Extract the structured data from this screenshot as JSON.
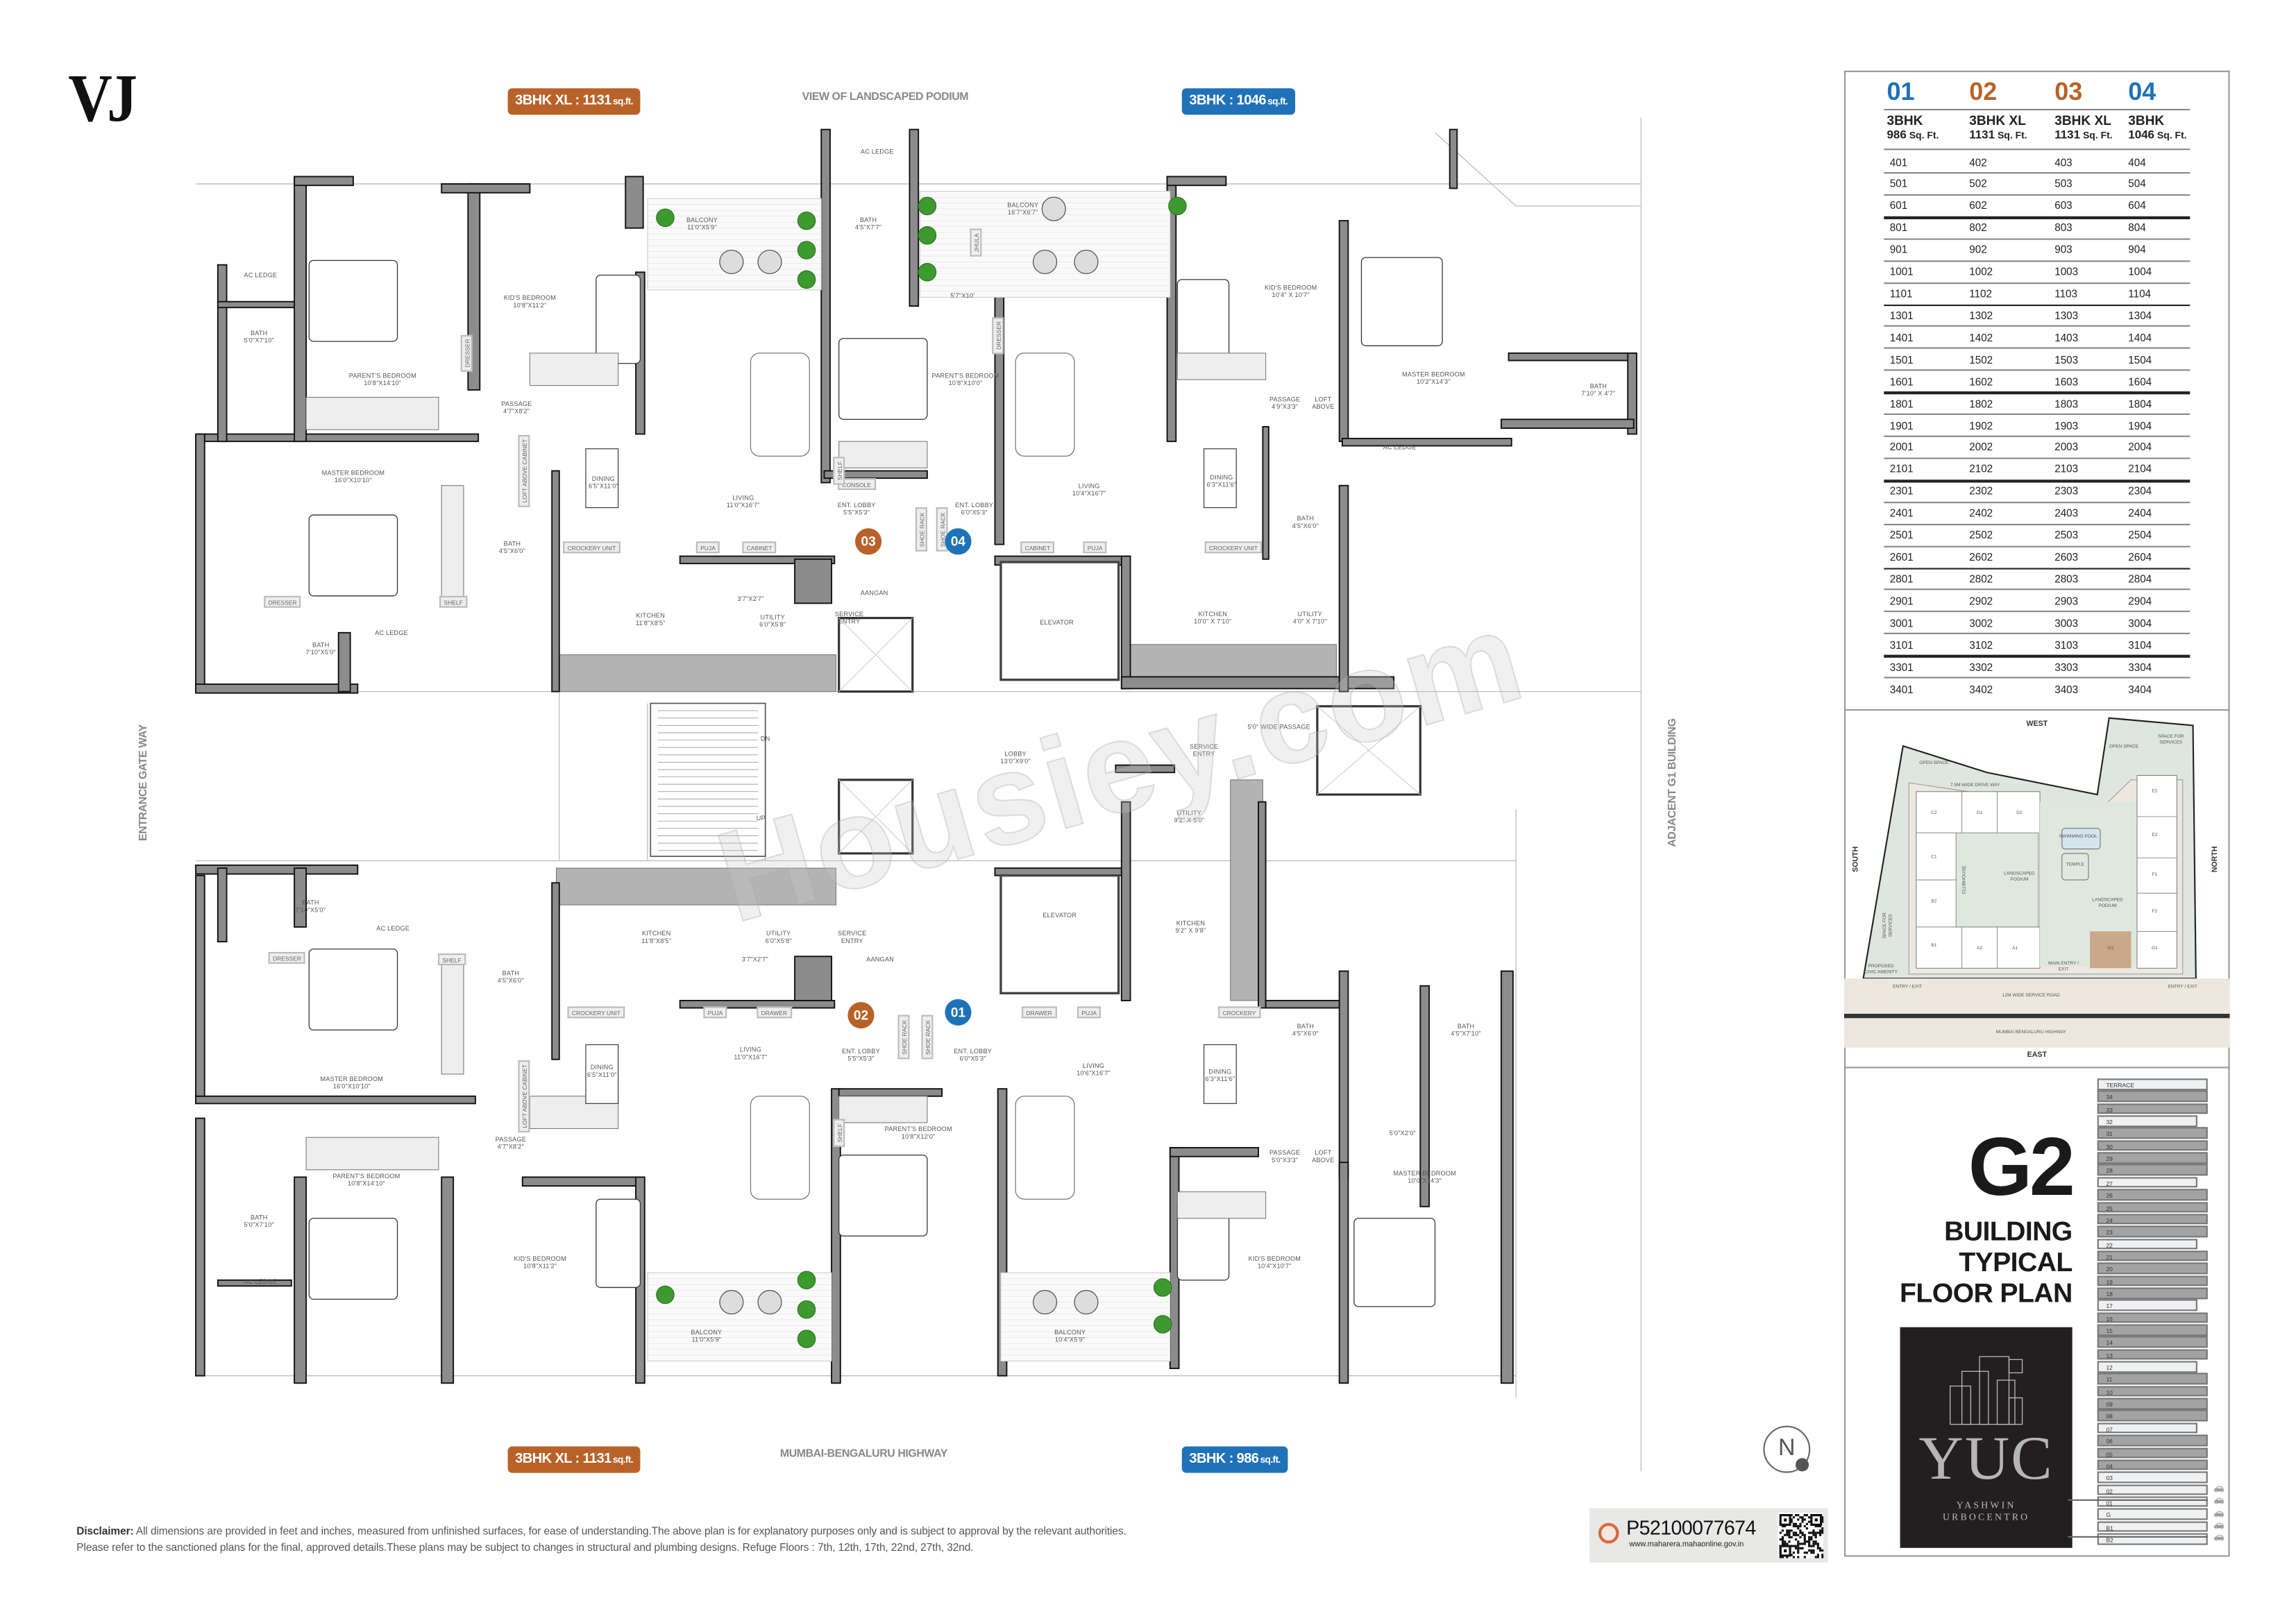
{
  "logo": "VJ",
  "edges": {
    "top": "VIEW OF LANDSCAPED PODIUM",
    "bottom": "MUMBAI-BENGALURU HIGHWAY",
    "left": "ENTRANCE GATE WAY",
    "right": "ADJACENT G1 BUILDING"
  },
  "badges": [
    {
      "label": "3BHK XL : 1131",
      "unit": "sq.ft.",
      "color": "#b8622a"
    },
    {
      "label": "3BHK : 1046",
      "unit": "sq.ft.",
      "color": "#1f72b8"
    },
    {
      "label": "3BHK XL : 1131",
      "unit": "sq.ft.",
      "color": "#b8622a"
    },
    {
      "label": "3BHK : 986",
      "unit": "sq.ft.",
      "color": "#1f72b8"
    }
  ],
  "unit_markers": [
    {
      "id": "03",
      "color": "#b8622a"
    },
    {
      "id": "04",
      "color": "#1f72b8"
    },
    {
      "id": "02",
      "color": "#b8622a"
    },
    {
      "id": "01",
      "color": "#1f72b8"
    }
  ],
  "rooms": [
    {
      "name": "AC LEDGE",
      "dim": ""
    },
    {
      "name": "BATH",
      "dim": "5'0\"X7'10\""
    },
    {
      "name": "PARENT'S BEDROOM",
      "dim": "10'8\"X14'10\""
    },
    {
      "name": "KID'S BEDROOM",
      "dim": "10'8\"X11'2\""
    },
    {
      "name": "PASSAGE",
      "dim": "4'7\"X8'2\""
    },
    {
      "name": "MASTER BEDROOM",
      "dim": "16'0\"X10'10\""
    },
    {
      "name": "DINING",
      "dim": "6'5\"X11'0\""
    },
    {
      "name": "BATH",
      "dim": "4'5\"X6'0\""
    },
    {
      "name": "KITCHEN",
      "dim": "11'8\"X8'5\""
    },
    {
      "name": "AC LEDGE",
      "dim": ""
    },
    {
      "name": "BATH",
      "dim": "7'10\"X5'0\""
    },
    {
      "name": "BALCONY",
      "dim": "11'0\"X5'9\""
    },
    {
      "name": "AC LEDGE",
      "dim": ""
    },
    {
      "name": "BATH",
      "dim": "4'5\"X7'7\""
    },
    {
      "name": "BALCONY",
      "dim": "16'7\"X6'7\""
    },
    {
      "name": "",
      "dim": "5'7\"X10'"
    },
    {
      "name": "PARENT'S BEDROOM",
      "dim": "10'8\"X10'0\""
    },
    {
      "name": "LIVING",
      "dim": "11'0\"X16'7\""
    },
    {
      "name": "ENT. LOBBY",
      "dim": "5'5\"X5'3\""
    },
    {
      "name": "ENT. LOBBY",
      "dim": "6'0\"X5'3\""
    },
    {
      "name": "LIVING",
      "dim": "10'4\"X16'7\""
    },
    {
      "name": "",
      "dim": "3'7\"X2'7\""
    },
    {
      "name": "UTILITY",
      "dim": "6'0\"X5'8\""
    },
    {
      "name": "AANGAN",
      "dim": ""
    },
    {
      "name": "SERVICE",
      "dim": "ENTRY"
    },
    {
      "name": "ELEVATOR",
      "dim": ""
    },
    {
      "name": "KITCHEN",
      "dim": "10'0\" X 7'10\""
    },
    {
      "name": "UTILITY",
      "dim": "4'0\" X 7'10\""
    },
    {
      "name": "KID'S BEDROOM",
      "dim": "10'4\" X 10'7\""
    },
    {
      "name": "DINING",
      "dim": "6'3\"X11'6\""
    },
    {
      "name": "PASSAGE",
      "dim": "4'9\"X3'3\""
    },
    {
      "name": "LOFT",
      "dim": "ABOVE"
    },
    {
      "name": "MASTER BEDROOM",
      "dim": "10'2\"X14'3\""
    },
    {
      "name": "BATH",
      "dim": "7'10\" X 4'7\""
    },
    {
      "name": "AC LEDGE",
      "dim": ""
    },
    {
      "name": "BATH",
      "dim": "4'5\"X6'0\""
    },
    {
      "name": "DN",
      "dim": ""
    },
    {
      "name": "UP",
      "dim": ""
    },
    {
      "name": "LOBBY",
      "dim": "13'0\"X9'0\""
    },
    {
      "name": "SERVICE",
      "dim": "ENTRY"
    },
    {
      "name": "5'0\" WIDE PASSAGE",
      "dim": ""
    },
    {
      "name": "UTILITY",
      "dim": "9'2\" X 5'0\""
    },
    {
      "name": "KITCHEN",
      "dim": "11'8\"X8'5\""
    },
    {
      "name": "UTILITY",
      "dim": "6'0\"X5'8\""
    },
    {
      "name": "SERVICE",
      "dim": "ENTRY"
    },
    {
      "name": "",
      "dim": "3'7\"X2'7\""
    },
    {
      "name": "AANGAN",
      "dim": ""
    },
    {
      "name": "ELEVATOR",
      "dim": ""
    },
    {
      "name": "KITCHEN",
      "dim": "9'2\" X 9'8\""
    },
    {
      "name": "BATH",
      "dim": "7'10\"X5'0\""
    },
    {
      "name": "AC LEDGE",
      "dim": ""
    },
    {
      "name": "BATH",
      "dim": "4'5\"X6'0\""
    },
    {
      "name": "MASTER BEDROOM",
      "dim": "16'0\"X10'10\""
    },
    {
      "name": "DINING",
      "dim": "6'5\"X11'0\""
    },
    {
      "name": "PASSAGE",
      "dim": "4'7\"X8'2\""
    },
    {
      "name": "PARENT'S BEDROOM",
      "dim": "10'8\"X14'10\""
    },
    {
      "name": "BATH",
      "dim": "5'0\"X7'10\""
    },
    {
      "name": "KID'S BEDROOM",
      "dim": "10'8\"X11'2\""
    },
    {
      "name": "AC LEDGE",
      "dim": ""
    },
    {
      "name": "BALCONY",
      "dim": "11'0\"X5'9\""
    },
    {
      "name": "LIVING",
      "dim": "11'0\"X16'7\""
    },
    {
      "name": "ENT. LOBBY",
      "dim": "5'5\"X5'3\""
    },
    {
      "name": "ENT. LOBBY",
      "dim": "6'0\"X5'3\""
    },
    {
      "name": "LIVING",
      "dim": "10'6\"X16'7\""
    },
    {
      "name": "PARENT'S BEDROOM",
      "dim": "10'8\"X12'0\""
    },
    {
      "name": "DINING",
      "dim": "6'3\"X11'6\""
    },
    {
      "name": "BATH",
      "dim": "4'5\"X6'0\""
    },
    {
      "name": "BATH",
      "dim": "4'5\"X7'10\""
    },
    {
      "name": "",
      "dim": "5'0\"X2'0\""
    },
    {
      "name": "PASSAGE",
      "dim": "5'0\"X3'3\""
    },
    {
      "name": "LOFT",
      "dim": "ABOVE"
    },
    {
      "name": "MASTER BEDROOM",
      "dim": "10'0\"X14'3\""
    },
    {
      "name": "KID'S BEDROOM",
      "dim": "10'4\"X10'7\""
    },
    {
      "name": "BALCONY",
      "dim": "10'4\"X5'9\""
    }
  ],
  "fixtures": [
    "CROCKERY UNIT",
    "DRESSER",
    "SHELF",
    "PUJA",
    "CABINET",
    "CABINET",
    "PUJA",
    "CROCKERY UNIT",
    "CONSOLE",
    "JHULA",
    "SHOE RACK",
    "SHOE RACK",
    "LOFT ABOVE CABINET",
    "DRESSER",
    "SHELF",
    "CROCKERY UNIT",
    "PUJA",
    "DRAWER",
    "DRAWER",
    "PUJA",
    "CROCKERY",
    "SHOE RACK",
    "SHOE RACK",
    "LOFT ABOVE CABINET",
    "DRESSER",
    "DRESSER",
    "SHELF",
    "SHELF"
  ],
  "watermark": "Housiey.com",
  "unit_table": {
    "columns": [
      {
        "num": "01",
        "type": "3BHK",
        "area": "986",
        "unit": "Sq. Ft.",
        "color": "#1f72b8"
      },
      {
        "num": "02",
        "type": "3BHK XL",
        "area": "1131",
        "unit": "Sq. Ft.",
        "color": "#b8622a"
      },
      {
        "num": "03",
        "type": "3BHK XL",
        "area": "1131",
        "unit": "Sq. Ft.",
        "color": "#b8622a"
      },
      {
        "num": "04",
        "type": "3BHK",
        "area": "1046",
        "unit": "Sq. Ft.",
        "color": "#1f72b8"
      }
    ],
    "rows": [
      [
        "401",
        "402",
        "403",
        "404"
      ],
      [
        "501",
        "502",
        "503",
        "504"
      ],
      [
        "601",
        "602",
        "603",
        "604"
      ],
      [
        "801",
        "802",
        "803",
        "804"
      ],
      [
        "901",
        "902",
        "903",
        "904"
      ],
      [
        "1001",
        "1002",
        "1003",
        "1004"
      ],
      [
        "1101",
        "1102",
        "1103",
        "1104"
      ],
      [
        "1301",
        "1302",
        "1303",
        "1304"
      ],
      [
        "1401",
        "1402",
        "1403",
        "1404"
      ],
      [
        "1501",
        "1502",
        "1503",
        "1504"
      ],
      [
        "1601",
        "1602",
        "1603",
        "1604"
      ],
      [
        "1801",
        "1802",
        "1803",
        "1804"
      ],
      [
        "1901",
        "1902",
        "1903",
        "1904"
      ],
      [
        "2001",
        "2002",
        "2003",
        "2004"
      ],
      [
        "2101",
        "2102",
        "2103",
        "2104"
      ],
      [
        "2301",
        "2302",
        "2303",
        "2304"
      ],
      [
        "2401",
        "2402",
        "2403",
        "2404"
      ],
      [
        "2501",
        "2502",
        "2503",
        "2504"
      ],
      [
        "2601",
        "2602",
        "2603",
        "2604"
      ],
      [
        "2801",
        "2802",
        "2803",
        "2804"
      ],
      [
        "2901",
        "2902",
        "2903",
        "2904"
      ],
      [
        "3001",
        "3002",
        "3003",
        "3004"
      ],
      [
        "3101",
        "3102",
        "3103",
        "3104"
      ],
      [
        "3301",
        "3302",
        "3303",
        "3304"
      ],
      [
        "3401",
        "3402",
        "3403",
        "3404"
      ]
    ],
    "refuge_breaks_after": [
      "601",
      "1101",
      "1601",
      "2101",
      "2601",
      "3101"
    ]
  },
  "key_plan": {
    "directions": {
      "west": "WEST",
      "east": "EAST",
      "south": "SOUTH",
      "north": "NORTH"
    },
    "labels": [
      "C2",
      "D1",
      "D2",
      "C1",
      "CLUBHOUSE",
      "B2",
      "B1",
      "A2",
      "A1",
      "LANDSCAPED PODIUM",
      "SWIMMING POOL",
      "TEMPLE",
      "LANDSCAPED PODIUM",
      "E1",
      "E2",
      "F1",
      "F2",
      "G1",
      "G2",
      "OPEN SPACE",
      "OPEN SPACE",
      "SPACE FOR SERVICES",
      "SPACE FOR SERVICES",
      "PROPOSED CIVIC AMENITY",
      "7.5M WIDE DRIVE WAY",
      "MAIN ENTRY / EXIT",
      "ENTRY / EXIT",
      "ENTRY / EXIT",
      "12M WIDE SERVICE ROAD",
      "MUMBAI BENGALURU HIGHWAY"
    ],
    "highlight": "G2",
    "highlight_color": "#c9a98a"
  },
  "title": {
    "building": "G2",
    "lines": [
      "BUILDING",
      "TYPICAL",
      "FLOOR PLAN"
    ]
  },
  "brand": {
    "mark": "YUC",
    "line1": "YASHWIN",
    "line2": "URBOCENTRO"
  },
  "floor_stack": {
    "floors": [
      "TERRACE",
      "34",
      "33",
      "32",
      "31",
      "30",
      "29",
      "28",
      "27",
      "26",
      "25",
      "24",
      "23",
      "22",
      "21",
      "20",
      "19",
      "18",
      "17",
      "16",
      "15",
      "14",
      "13",
      "12",
      "11",
      "10",
      "09",
      "08",
      "07",
      "06",
      "05",
      "04",
      "03",
      "02",
      "01",
      "G",
      "B1",
      "B2"
    ],
    "refuge": [
      "32",
      "27",
      "22",
      "17",
      "12",
      "07"
    ],
    "non_residential": [
      "TERRACE",
      "03",
      "02",
      "01",
      "G",
      "B1",
      "B2"
    ],
    "parking": [
      "02",
      "01",
      "G",
      "B1",
      "B2"
    ],
    "parking_icon": "car-icon"
  },
  "compass": {
    "label": "N",
    "icon": "north-arrow-icon"
  },
  "rera": {
    "number": "P52100077674",
    "url": "www.maharera.mahaonline.gov.in",
    "icon": "maharera-seal-icon",
    "qr": "qr-code-icon"
  },
  "disclaimer": {
    "label": "Disclaimer:",
    "line1": " All dimensions are provided in feet and inches, measured from unfinished surfaces, for ease of understanding.The above plan is for explanatory purposes only and is subject to approval by the relevant authorities.",
    "line2": "Please refer to the sanctioned plans for the final, approved details.These plans may be subject to changes in structural and plumbing designs.  Refuge Floors : 7th, 12th, 17th, 22nd, 27th, 32nd."
  }
}
